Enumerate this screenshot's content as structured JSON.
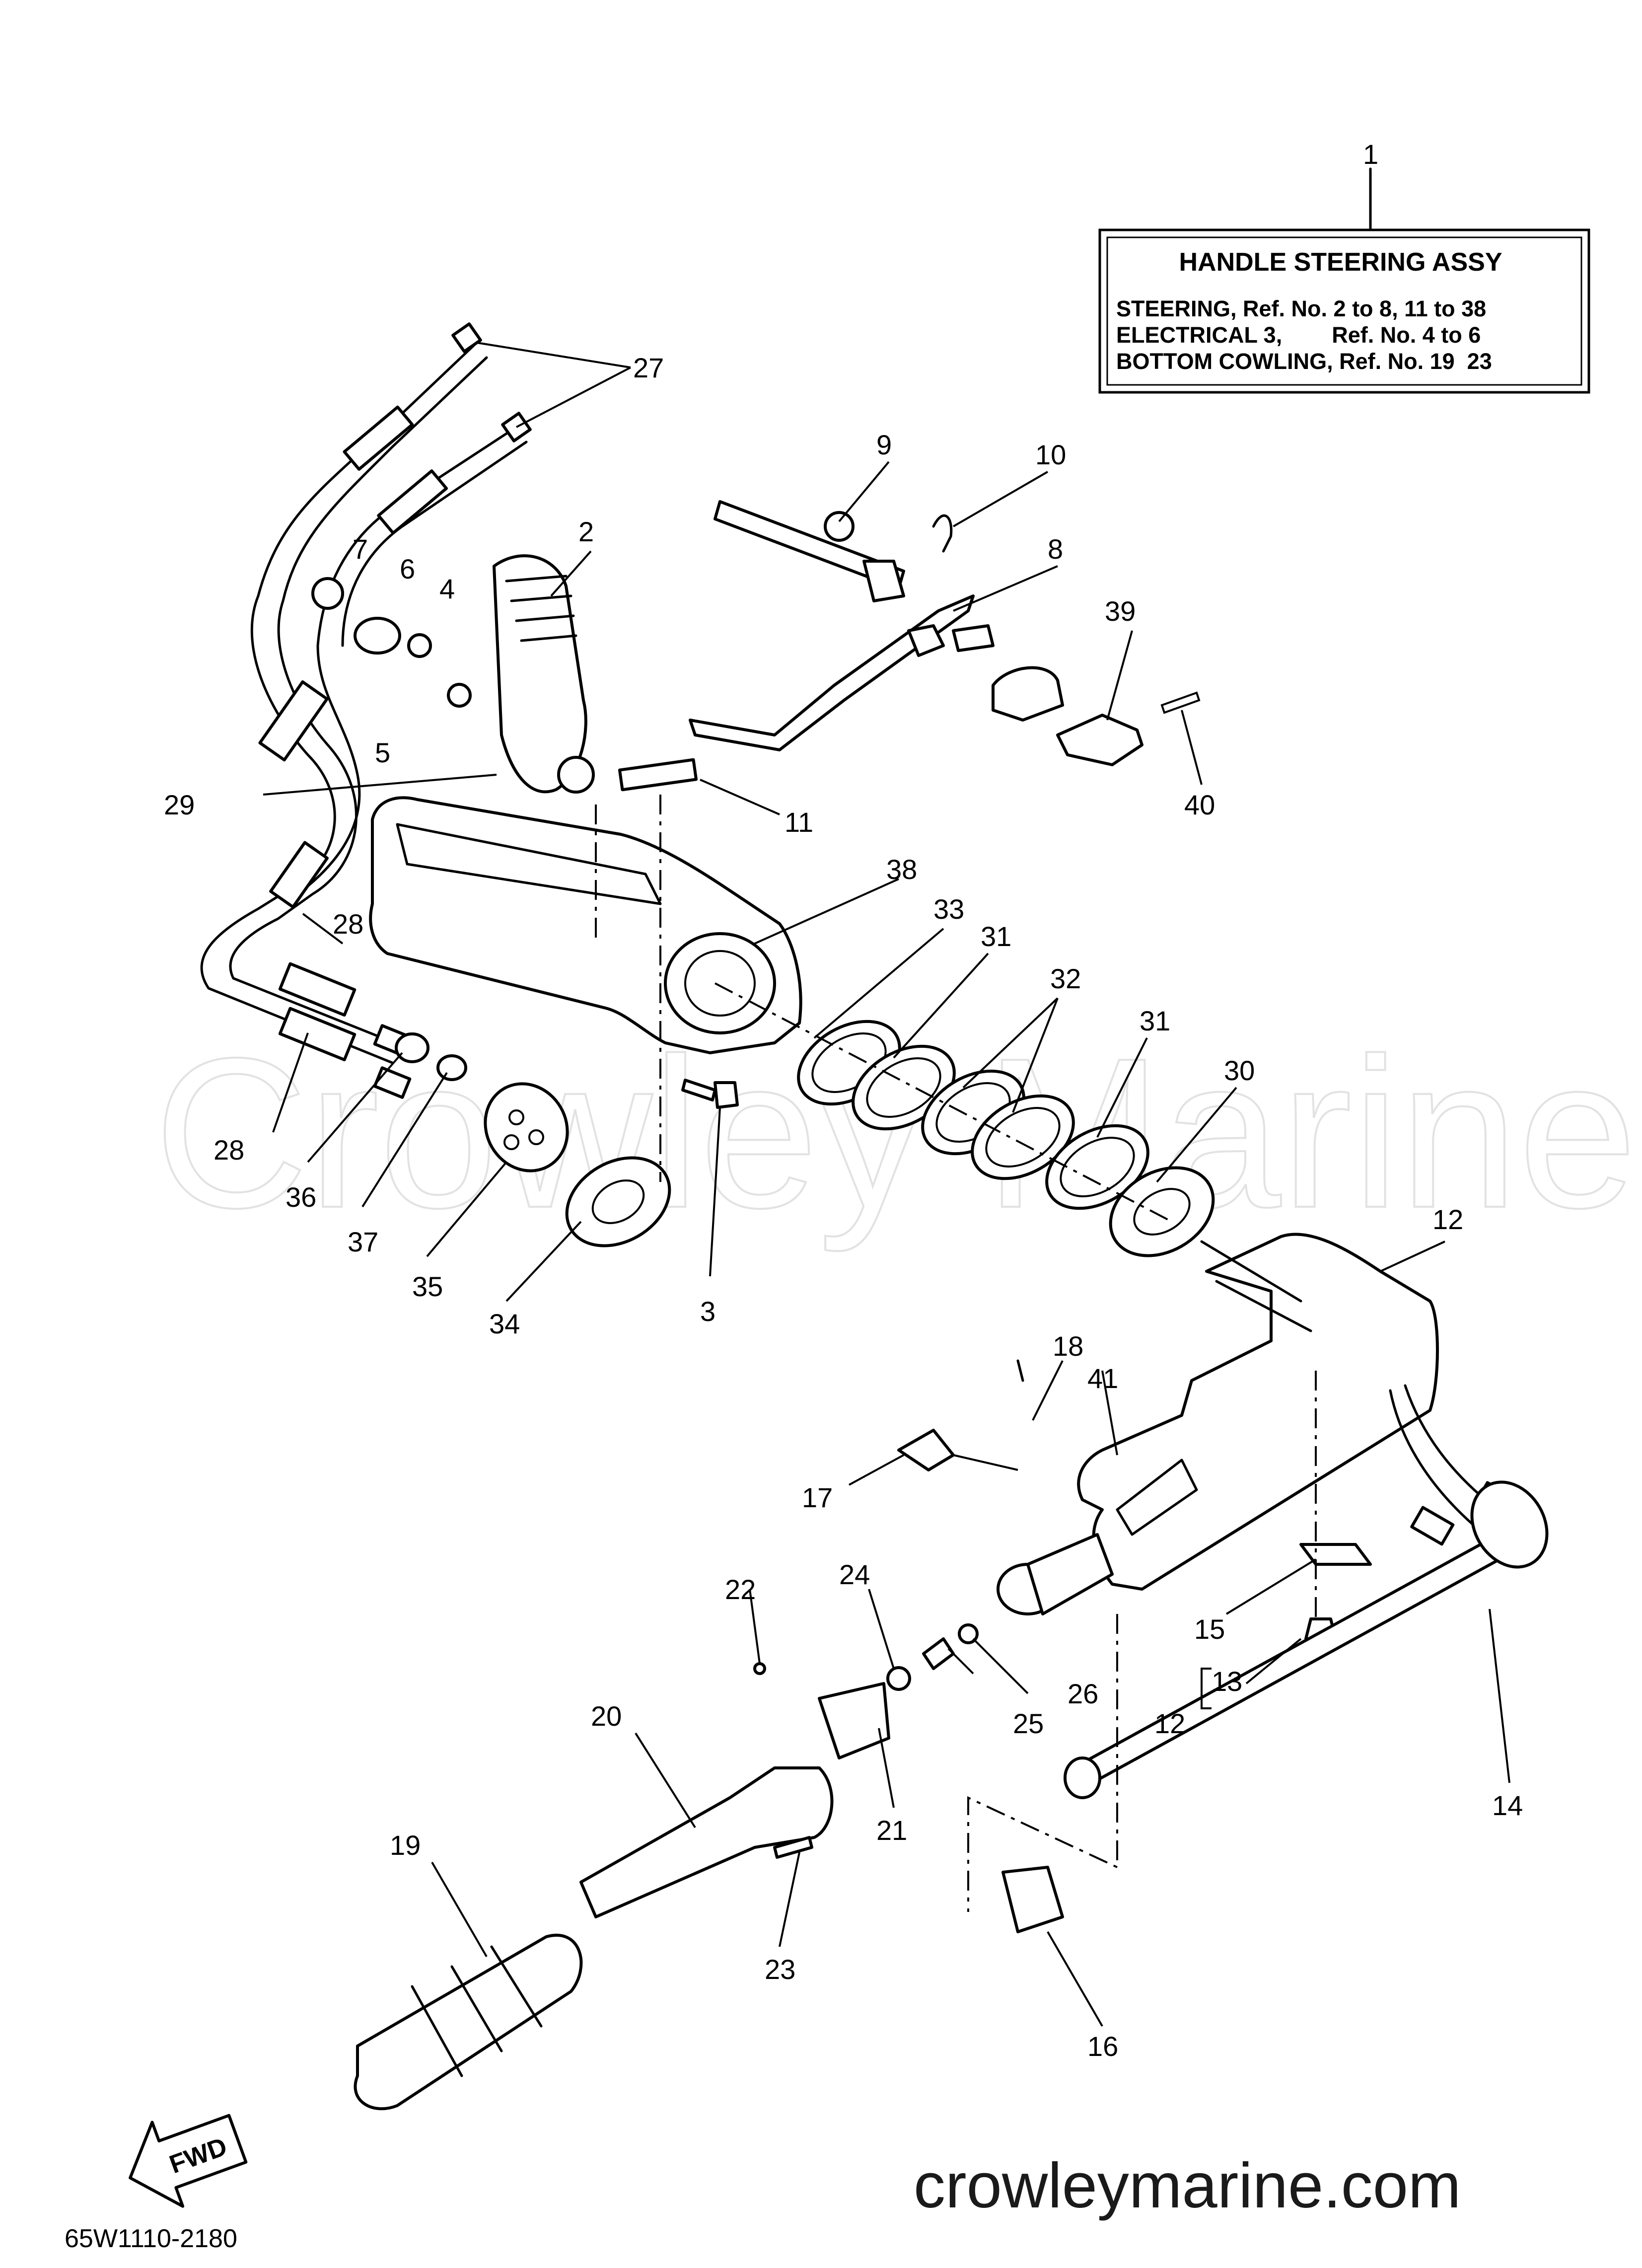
{
  "box": {
    "title": "HANDLE STEERING ASSY",
    "lines": [
      "STEERING, Ref. No. 2 to 8, 11 to 38",
      "ELECTRICAL 3,        Ref. No. 4 to 6",
      "BOTTOM COWLING, Ref. No. 19  23"
    ]
  },
  "callouts": {
    "c1": "1",
    "c2": "2",
    "c3": "3",
    "c4": "4",
    "c5": "5",
    "c6": "6",
    "c7": "7",
    "c8": "8",
    "c9": "9",
    "c10": "10",
    "c11": "11",
    "c12a": "12",
    "c12b": "12",
    "c13": "13",
    "c14": "14",
    "c15": "15",
    "c16": "16",
    "c17": "17",
    "c18": "18",
    "c19": "19",
    "c20": "20",
    "c21": "21",
    "c22": "22",
    "c23": "23",
    "c24": "24",
    "c25": "25",
    "c26": "26",
    "c27": "27",
    "c28a": "28",
    "c28b": "28",
    "c29": "29",
    "c30": "30",
    "c31a": "31",
    "c31b": "31",
    "c32": "32",
    "c33": "33",
    "c34": "34",
    "c35": "35",
    "c36": "36",
    "c37": "37",
    "c38": "38",
    "c39": "39",
    "c40": "40",
    "c41": "41"
  },
  "fwd_label": "FWD",
  "diagram_code": "65W1110-2180",
  "watermark": "Crowley Marine",
  "site_url": "crowleymarine.com"
}
